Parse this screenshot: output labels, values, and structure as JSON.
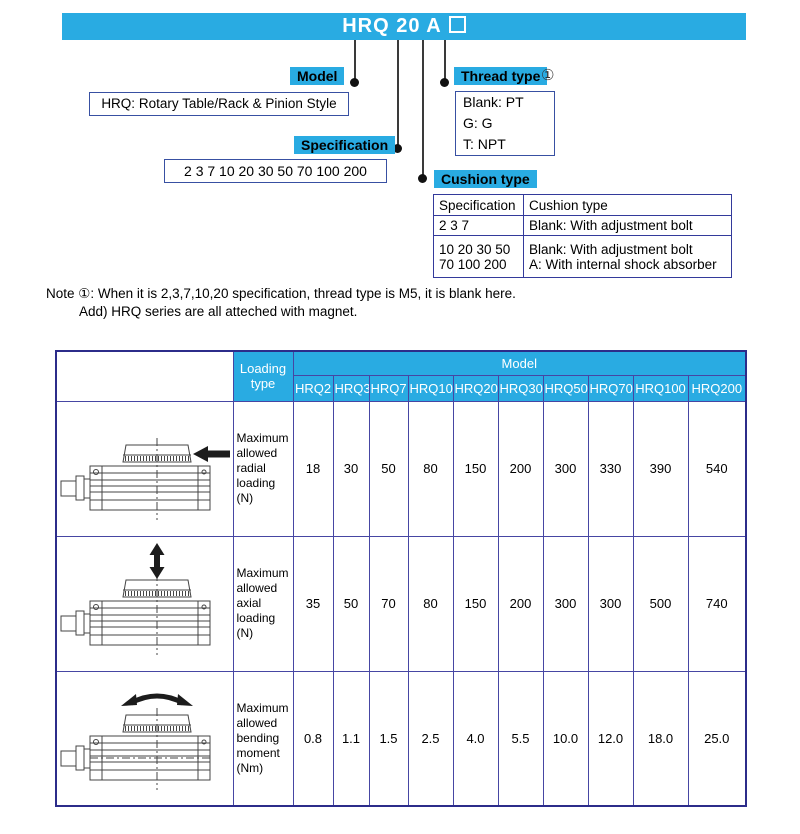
{
  "banner": {
    "title": "HRQ 20 A",
    "blank_box_symbol": "□"
  },
  "callouts": {
    "model": {
      "label": "Model",
      "description": "HRQ: Rotary Table/Rack & Pinion Style"
    },
    "specification": {
      "label": "Specification",
      "values": "2  3  7  10  20  30  50  70  100  200"
    },
    "thread_type": {
      "label": "Thread type",
      "ref": "①",
      "option1": "Blank: PT",
      "option2": "G: G",
      "option3": "T: NPT"
    },
    "cushion_type": {
      "label": "Cushion type",
      "table": {
        "header_spec": "Specification",
        "header_cushion": "Cushion type",
        "row1_spec": "2  3  7",
        "row1_cushion": "Blank: With adjustment bolt",
        "row2_spec_line1": "10  20  30  50",
        "row2_spec_line2": "70  100  200",
        "row2_cushion_line1": "Blank: With adjustment bolt",
        "row2_cushion_line2": "A: With internal shock absorber"
      }
    }
  },
  "notes": {
    "line1": "Note ①: When it is 2,3,7,10,20 specification, thread type is M5, it is blank here.",
    "line2": "Add) HRQ series are all atteched with magnet."
  },
  "loading_table": {
    "loading_type_header": "Loading type",
    "model_header": "Model",
    "models": [
      "HRQ2",
      "HRQ3",
      "HRQ7",
      "HRQ10",
      "HRQ20",
      "HRQ30",
      "HRQ50",
      "HRQ70",
      "HRQ100",
      "HRQ200"
    ],
    "rows": [
      {
        "diagram": "radial-load-diagram",
        "type": "Maximum allowed radial loading (N)",
        "values": [
          "18",
          "30",
          "50",
          "80",
          "150",
          "200",
          "300",
          "330",
          "390",
          "540"
        ]
      },
      {
        "diagram": "axial-load-diagram",
        "type": "Maximum allowed axial loading (N)",
        "values": [
          "35",
          "50",
          "70",
          "80",
          "150",
          "200",
          "300",
          "300",
          "500",
          "740"
        ]
      },
      {
        "diagram": "bending-moment-diagram",
        "type": "Maximum allowed bending moment (Nm)",
        "values": [
          "0.8",
          "1.1",
          "1.5",
          "2.5",
          "4.0",
          "5.5",
          "10.0",
          "12.0",
          "18.0",
          "25.0"
        ]
      }
    ]
  },
  "colors": {
    "accent_cyan": "#29abe2",
    "table_border": "#4646a3"
  }
}
